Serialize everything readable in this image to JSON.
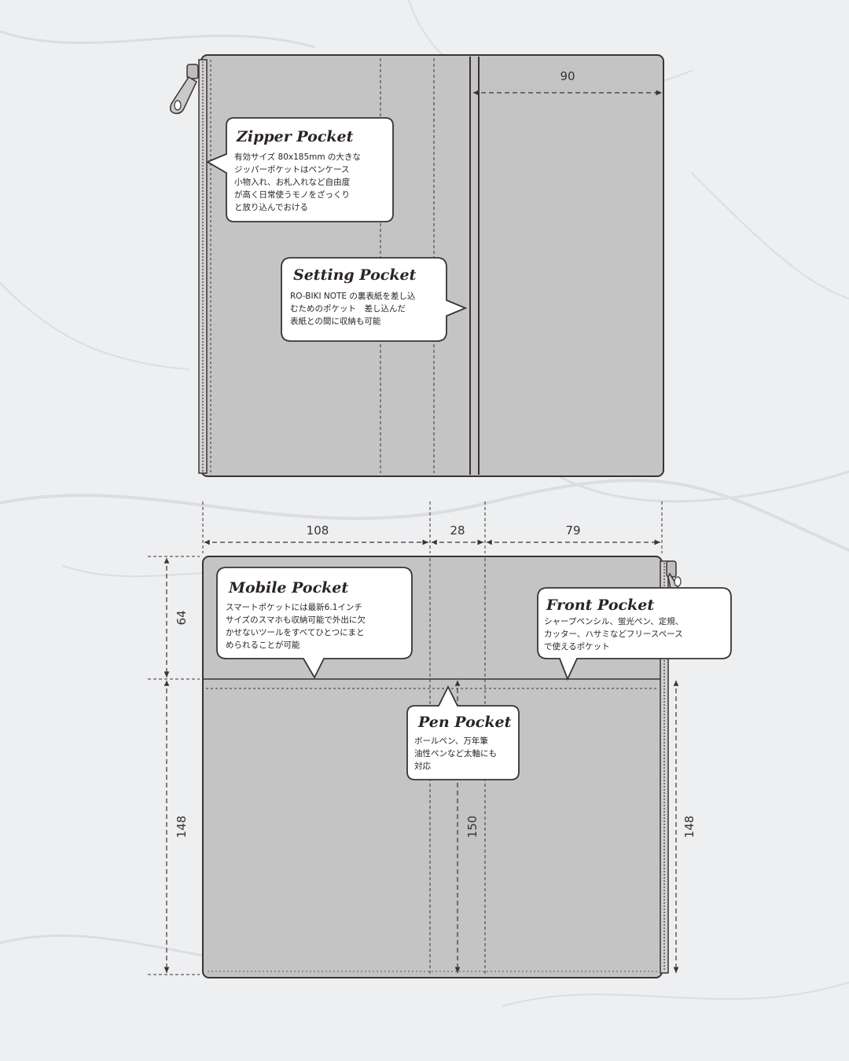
{
  "dimensions": {
    "top_width": "90",
    "bottom_col1": "108",
    "bottom_col2": "28",
    "bottom_col3": "79",
    "left_top_height": "64",
    "left_bottom_height": "148",
    "pen_height": "150",
    "right_height": "148"
  },
  "callouts": {
    "zipper": {
      "title": "Zipper Pocket",
      "lines": [
        "有効サイズ 80x185mm の大きな",
        "ジッパーポケットはペンケース",
        "小物入れ、お札入れなど自由度",
        "が高く日常使うモノをざっくり",
        "と放り込んでおける"
      ]
    },
    "setting": {
      "title": "Setting Pocket",
      "lines": [
        "RO-BIKI NOTE の裏表紙を差し込",
        "むためのポケット　差し込んだ",
        "表紙との間に収納も可能"
      ]
    },
    "mobile": {
      "title": "Mobile Pocket",
      "lines": [
        "スマートポケットには最新6.1インチ",
        "サイズのスマホも収納可能で外出に欠",
        "かせないツールをすべてひとつにまと",
        "められることが可能"
      ]
    },
    "front": {
      "title": "Front Pocket",
      "lines": [
        "シャープペンシル、蛍光ペン、定規、",
        "カッター、ハサミなどフリースペース",
        "で使えるポケット"
      ]
    },
    "pen": {
      "title": "Pen Pocket",
      "lines": [
        "ボールペン、万年筆",
        "油性ペンなど太軸にも",
        "対応"
      ]
    }
  },
  "colors": {
    "panel_fill": "#c4c4c4",
    "outline": "#3b3330",
    "bubble_fill": "#ffffff",
    "background": "#eeeff0"
  }
}
